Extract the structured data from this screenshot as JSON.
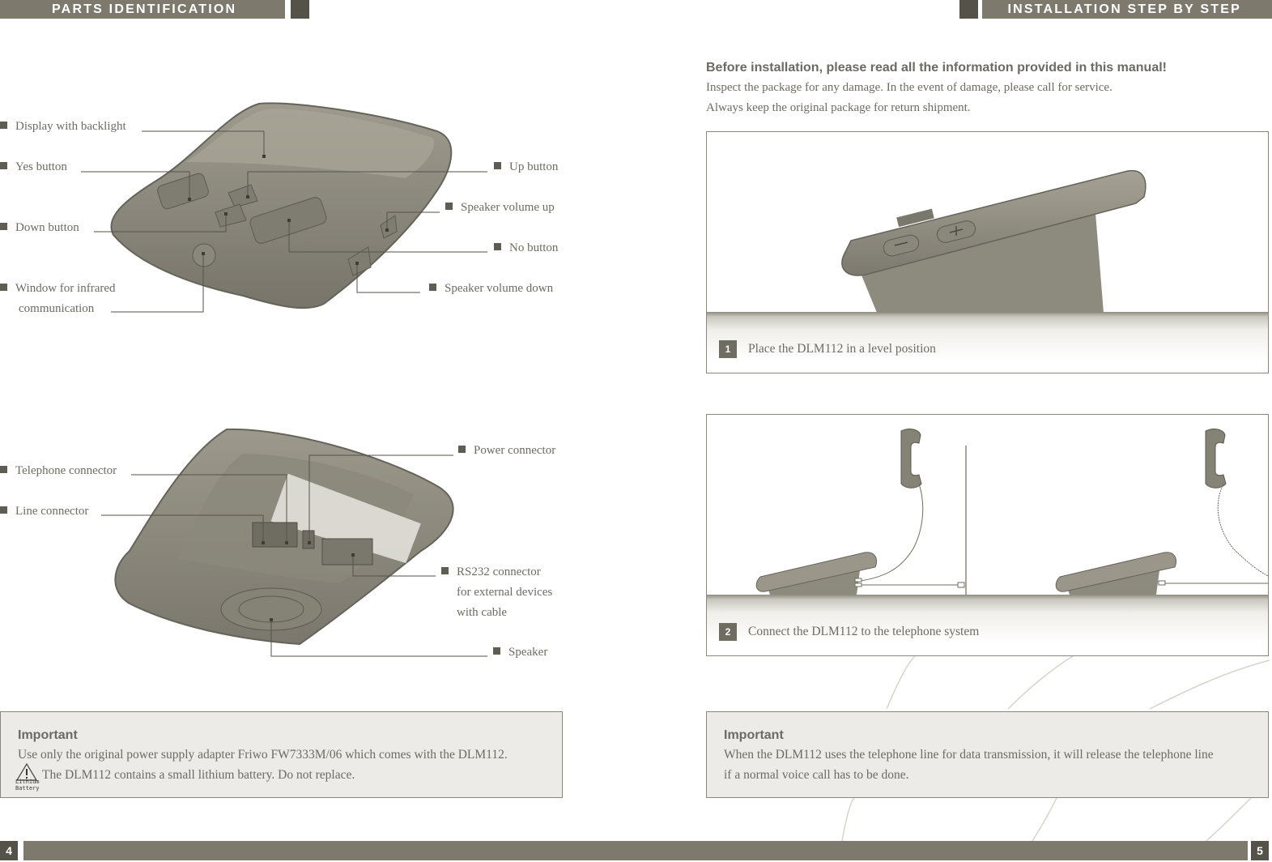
{
  "header": {
    "left_title": "PARTS IDENTIFICATION",
    "right_title": "INSTALLATION STEP BY STEP"
  },
  "top_device_labels": {
    "display": "Display with backlight",
    "yes": "Yes button",
    "down": "Down button",
    "ir_line1": "Window for infrared",
    "ir_line2": "communication",
    "up": "Up button",
    "vol_up": "Speaker volume up",
    "no": "No button",
    "vol_down": "Speaker volume down"
  },
  "bottom_device_labels": {
    "telephone": "Telephone connector",
    "line": "Line connector",
    "power": "Power connector",
    "rs232_line1": "RS232 connector",
    "rs232_line2": "for external devices",
    "rs232_line3": "with cable",
    "speaker": "Speaker"
  },
  "intro": {
    "heading": "Before installation, please read all the information provided in this manual!",
    "line1": "Inspect the package for any damage. In the event of damage, please call for service.",
    "line2": "Always keep the original package for return shipment."
  },
  "steps": [
    {
      "number": "1",
      "text": "Place the DLM112 in a level position"
    },
    {
      "number": "2",
      "text": "Connect the DLM112 to the telephone system"
    }
  ],
  "important_left": {
    "title": "Important",
    "line1": "Use only the original power supply adapter Friwo FW7333M/06 which comes with the DLM112.",
    "line2": "The DLM112 contains a small lithium battery. Do not replace.",
    "battery_icon_text": "Lithium Battery"
  },
  "important_right": {
    "title": "Important",
    "line1": "When the DLM112 uses the telephone line for data transmission, it will release the telephone line",
    "line2": "if a normal voice call has to be done."
  },
  "footer": {
    "page_left": "4",
    "page_right": "5"
  },
  "colors": {
    "header_bar": "#7d7a6d",
    "header_square": "#55524a",
    "text": "#6e6b62",
    "device_body": "#8f8c7f",
    "important_bg": "#ecebe7"
  }
}
